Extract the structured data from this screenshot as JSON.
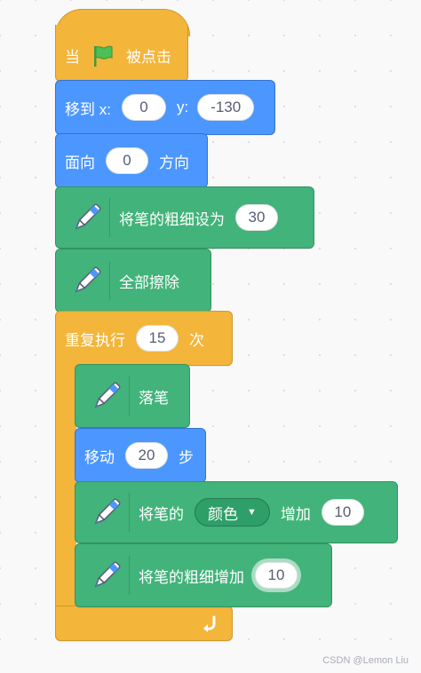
{
  "colors": {
    "events": "#f3b53a",
    "motion": "#4c97ff",
    "pen": "#42b37a",
    "control": "#f3b53a"
  },
  "hat": {
    "prefix": "当",
    "icon": "green-flag-icon",
    "suffix": "被点击"
  },
  "goto": {
    "label": "移到 x:",
    "x": "0",
    "y_label": "y:",
    "y": "-130"
  },
  "point": {
    "label": "面向",
    "value": "0",
    "suffix": "方向"
  },
  "set_size": {
    "label": "将笔的粗细设为",
    "value": "30",
    "icon": "pen-icon"
  },
  "clear": {
    "label": "全部擦除",
    "icon": "pen-icon"
  },
  "repeat": {
    "label": "重复执行",
    "value": "15",
    "suffix": "次",
    "icon": "loop-arrow-icon"
  },
  "pen_down": {
    "label": "落笔",
    "icon": "pen-icon"
  },
  "move": {
    "label": "移动",
    "value": "20",
    "suffix": "步"
  },
  "change_color": {
    "prefix": "将笔的",
    "dropdown": "颜色",
    "suffix": "增加",
    "value": "10",
    "icon": "pen-icon"
  },
  "change_size": {
    "label": "将笔的粗细增加",
    "value": "10",
    "icon": "pen-icon"
  },
  "watermark": "CSDN @Lemon Liu"
}
